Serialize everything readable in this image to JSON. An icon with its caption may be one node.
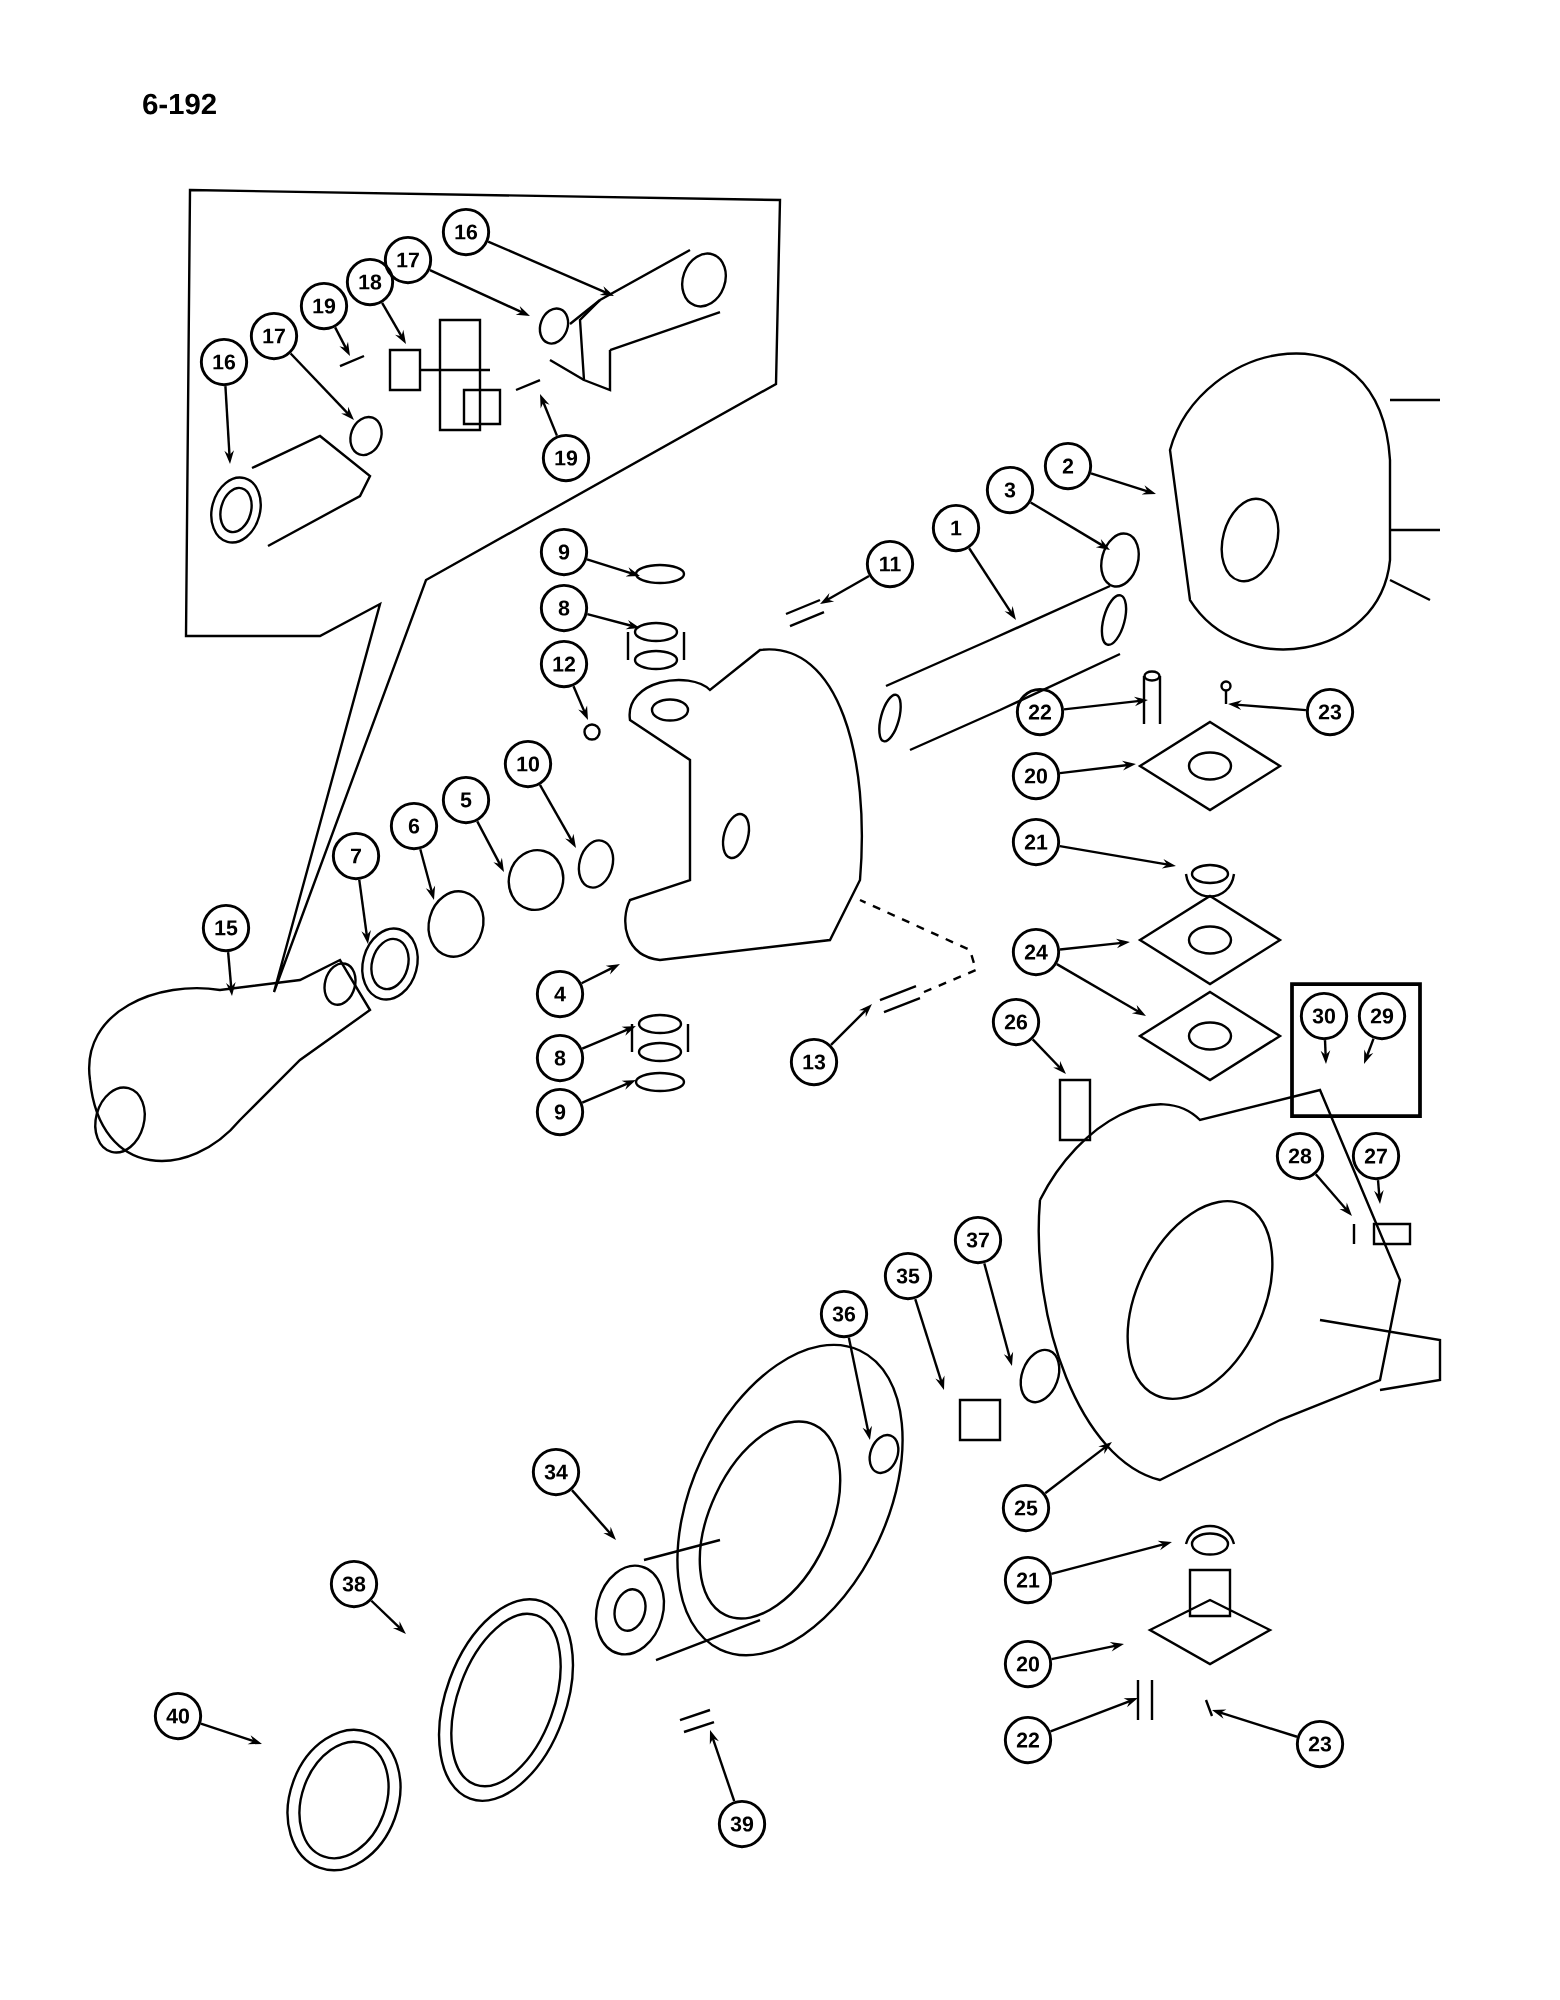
{
  "diagram": {
    "title": "6-192",
    "nodes": [
      {
        "text": [],
        "shape": "box"
      },
      {
        "text": [
          "16"
        ],
        "in": 0
      },
      {
        "text": [
          "17"
        ],
        "in": 0
      },
      {
        "text": [
          "18"
        ],
        "in": 0
      },
      {
        "text": [
          "19"
        ],
        "in": 0
      },
      {
        "text": [
          "17"
        ],
        "in": 0
      },
      {
        "text": [
          "16"
        ],
        "in": 0
      },
      {
        "text": [
          "19"
        ],
        "in": 0
      },
      {
        "text": [
          "2"
        ]
      },
      {
        "text": [
          "3"
        ]
      },
      {
        "text": [
          "1"
        ]
      },
      {
        "text": [
          "9"
        ]
      },
      {
        "text": [
          "11"
        ]
      },
      {
        "text": [
          "8"
        ]
      },
      {
        "text": [
          "12"
        ]
      },
      {
        "text": [
          "22"
        ]
      },
      {
        "text": [
          "23"
        ]
      },
      {
        "text": [
          "10"
        ]
      },
      {
        "text": [
          "20"
        ]
      },
      {
        "text": [
          "5"
        ]
      },
      {
        "text": [
          "6"
        ]
      },
      {
        "text": [
          "21"
        ]
      },
      {
        "text": [
          "7"
        ]
      },
      {
        "text": [
          "15"
        ]
      },
      {
        "text": [
          "24"
        ]
      },
      {
        "text": [
          "4"
        ]
      },
      {
        "text": [],
        "shape": "box"
      },
      {
        "text": [
          "30"
        ],
        "in": 26
      },
      {
        "text": [
          "29"
        ],
        "in": 26
      },
      {
        "text": [
          "26"
        ]
      },
      {
        "text": [
          "8"
        ]
      },
      {
        "text": [
          "13"
        ]
      },
      {
        "text": [
          "9"
        ]
      },
      {
        "text": [
          "28"
        ]
      },
      {
        "text": [
          "27"
        ]
      },
      {
        "text": [
          "37"
        ]
      },
      {
        "text": [
          "35"
        ]
      },
      {
        "text": [
          "36"
        ]
      },
      {
        "text": [
          "34"
        ]
      },
      {
        "text": [
          "25"
        ]
      },
      {
        "text": [
          "21"
        ]
      },
      {
        "text": [
          "38"
        ]
      },
      {
        "text": [
          "20"
        ]
      },
      {
        "text": [
          "40"
        ]
      },
      {
        "text": [
          "22"
        ]
      },
      {
        "text": [
          "23"
        ]
      },
      {
        "text": [
          "39"
        ]
      }
    ],
    "edges": [
      {
        "from": 1,
        "to": null,
        "arrow": "to"
      },
      {
        "from": 2,
        "to": null,
        "arrow": "to"
      },
      {
        "from": 3,
        "to": null,
        "arrow": "to"
      },
      {
        "from": 4,
        "to": null,
        "arrow": "to"
      },
      {
        "from": 5,
        "to": null,
        "arrow": "to"
      },
      {
        "from": 6,
        "to": null,
        "arrow": "to"
      },
      {
        "from": 7,
        "to": null,
        "arrow": "to"
      },
      {
        "from": 8,
        "to": null,
        "arrow": "to"
      },
      {
        "from": 9,
        "to": null,
        "arrow": "to"
      },
      {
        "from": 10,
        "to": null,
        "arrow": "to"
      },
      {
        "from": 11,
        "to": null,
        "arrow": "to"
      },
      {
        "from": 12,
        "to": null,
        "arrow": "to"
      },
      {
        "from": 13,
        "to": null,
        "arrow": "to"
      },
      {
        "from": 14,
        "to": null,
        "arrow": "to"
      },
      {
        "from": 15,
        "to": null,
        "arrow": "to"
      },
      {
        "from": 16,
        "to": null,
        "arrow": "to"
      },
      {
        "from": 17,
        "to": null,
        "arrow": "to"
      },
      {
        "from": 18,
        "to": null,
        "arrow": "to"
      },
      {
        "from": 19,
        "to": null,
        "arrow": "to"
      },
      {
        "from": 20,
        "to": null,
        "arrow": "to"
      },
      {
        "from": 21,
        "to": null,
        "arrow": "to"
      },
      {
        "from": 22,
        "to": null,
        "arrow": "to"
      },
      {
        "from": 23,
        "to": null,
        "arrow": "to"
      },
      {
        "from": 24,
        "to": null,
        "arrow": "to"
      },
      {
        "from": 24,
        "to": null,
        "arrow": "to"
      },
      {
        "from": 25,
        "to": null,
        "arrow": "to"
      },
      {
        "from": 27,
        "to": null,
        "arrow": "to"
      },
      {
        "from": 28,
        "to": null,
        "arrow": "to"
      },
      {
        "from": 29,
        "to": null,
        "arrow": "to"
      },
      {
        "from": 30,
        "to": null,
        "arrow": "to"
      },
      {
        "from": 31,
        "to": null,
        "arrow": "to"
      },
      {
        "from": 32,
        "to": null,
        "arrow": "to"
      },
      {
        "from": 33,
        "to": null,
        "arrow": "to"
      },
      {
        "from": 34,
        "to": null,
        "arrow": "to"
      },
      {
        "from": 35,
        "to": null,
        "arrow": "to"
      },
      {
        "from": 36,
        "to": null,
        "arrow": "to"
      },
      {
        "from": 37,
        "to": null,
        "arrow": "to"
      },
      {
        "from": 38,
        "to": null,
        "arrow": "to"
      },
      {
        "from": 39,
        "to": null,
        "arrow": "to"
      },
      {
        "from": 40,
        "to": null,
        "arrow": "to"
      },
      {
        "from": 41,
        "to": null,
        "arrow": "to"
      },
      {
        "from": 42,
        "to": null,
        "arrow": "to"
      },
      {
        "from": 43,
        "to": null,
        "arrow": "to"
      },
      {
        "from": 44,
        "to": null,
        "arrow": "to"
      },
      {
        "from": 45,
        "to": null,
        "arrow": "to"
      },
      {
        "from": 46,
        "to": null,
        "arrow": "to"
      }
    ]
  }
}
